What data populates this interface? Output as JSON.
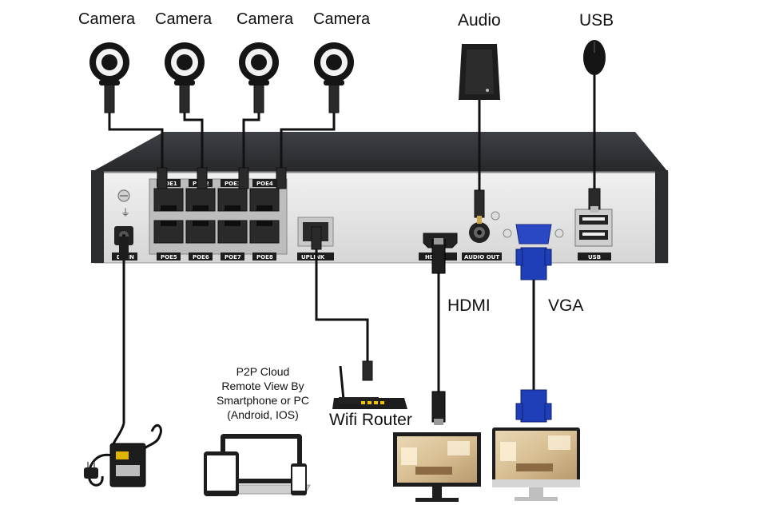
{
  "cameras": [
    {
      "label": "Camera"
    },
    {
      "label": "Camera"
    },
    {
      "label": "Camera"
    },
    {
      "label": "Camera"
    }
  ],
  "audio_label": "Audio",
  "usb_label": "USB",
  "hdmi_label": "HDMI",
  "vga_label": "VGA",
  "router_label": "Wifi Router",
  "p2p_lines": [
    "P2P Cloud",
    "Remote View By",
    "Smartphone or PC",
    "(Android, IOS)"
  ],
  "ports": {
    "poe_top": [
      "POE1",
      "POE2",
      "POE3",
      "POE4"
    ],
    "poe_bottom": [
      "POE5",
      "POE6",
      "POE7",
      "POE8"
    ],
    "dc": "DC IN",
    "uplink": "UPLINK",
    "hdmi": "HDMI",
    "audio_out": "AUDIO OUT",
    "usb": "USB"
  },
  "colors": {
    "device_body": "#2f3236",
    "panel": "#e3e3e3",
    "cable": "#111111",
    "vga_blue": "#1f3fb8",
    "router_led": "#f2c200"
  }
}
